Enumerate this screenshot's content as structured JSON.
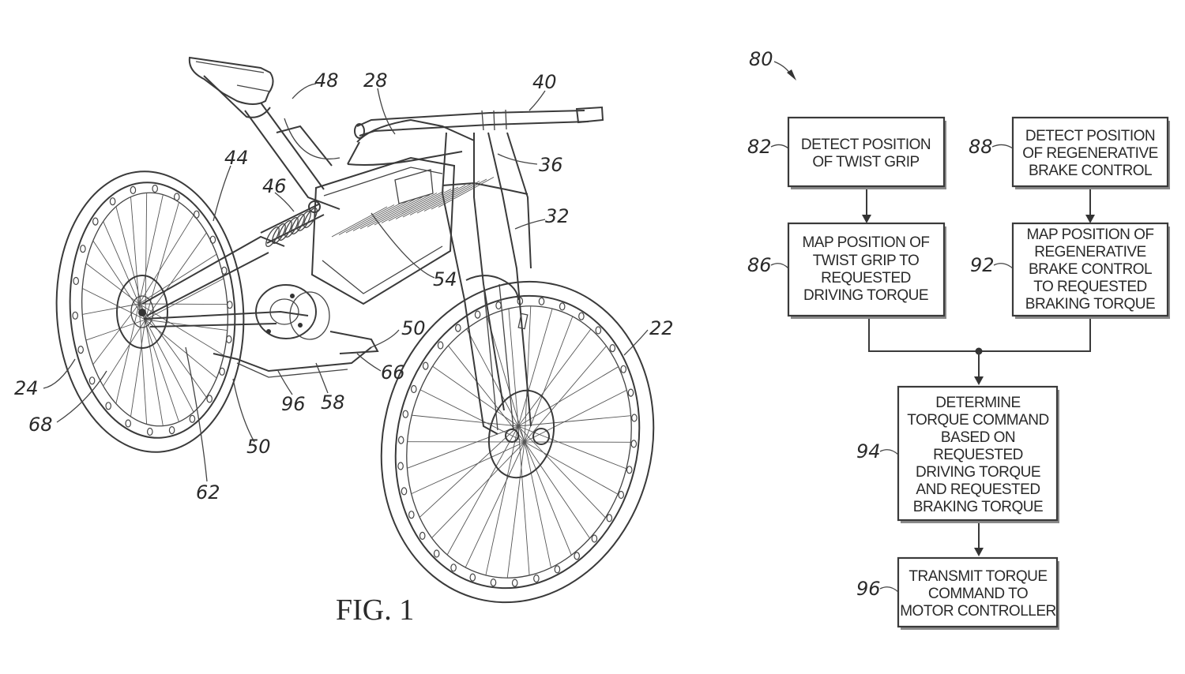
{
  "figure_label": "FIG. 1",
  "bike_labels": {
    "l48": "48",
    "l28": "28",
    "l40": "40",
    "l44": "44",
    "l46": "46",
    "l36": "36",
    "l32": "32",
    "l54": "54",
    "l50a": "50",
    "l22": "22",
    "l66": "66",
    "l24": "24",
    "l96": "96",
    "l58": "58",
    "l68": "68",
    "l50b": "50",
    "l62": "62"
  },
  "flowchart": {
    "ref": "80",
    "box82": {
      "ref": "82",
      "lines": [
        "DETECT POSITION",
        "OF TWIST GRIP"
      ]
    },
    "box88": {
      "ref": "88",
      "lines": [
        "DETECT POSITION",
        "OF REGENERATIVE",
        "BRAKE CONTROL"
      ]
    },
    "box86": {
      "ref": "86",
      "lines": [
        "MAP POSITION OF",
        "TWIST GRIP TO",
        "REQUESTED",
        "DRIVING TORQUE"
      ]
    },
    "box92": {
      "ref": "92",
      "lines": [
        "MAP POSITION OF",
        "REGENERATIVE",
        "BRAKE CONTROL",
        "TO REQUESTED",
        "BRAKING TORQUE"
      ]
    },
    "box94": {
      "ref": "94",
      "lines": [
        "DETERMINE",
        "TORQUE COMMAND",
        "BASED ON",
        "REQUESTED",
        "DRIVING TORQUE",
        "AND REQUESTED",
        "BRAKING TORQUE"
      ]
    },
    "box96": {
      "ref": "96",
      "lines": [
        "TRANSMIT TORQUE",
        "COMMAND TO",
        "MOTOR CONTROLLER"
      ]
    }
  }
}
